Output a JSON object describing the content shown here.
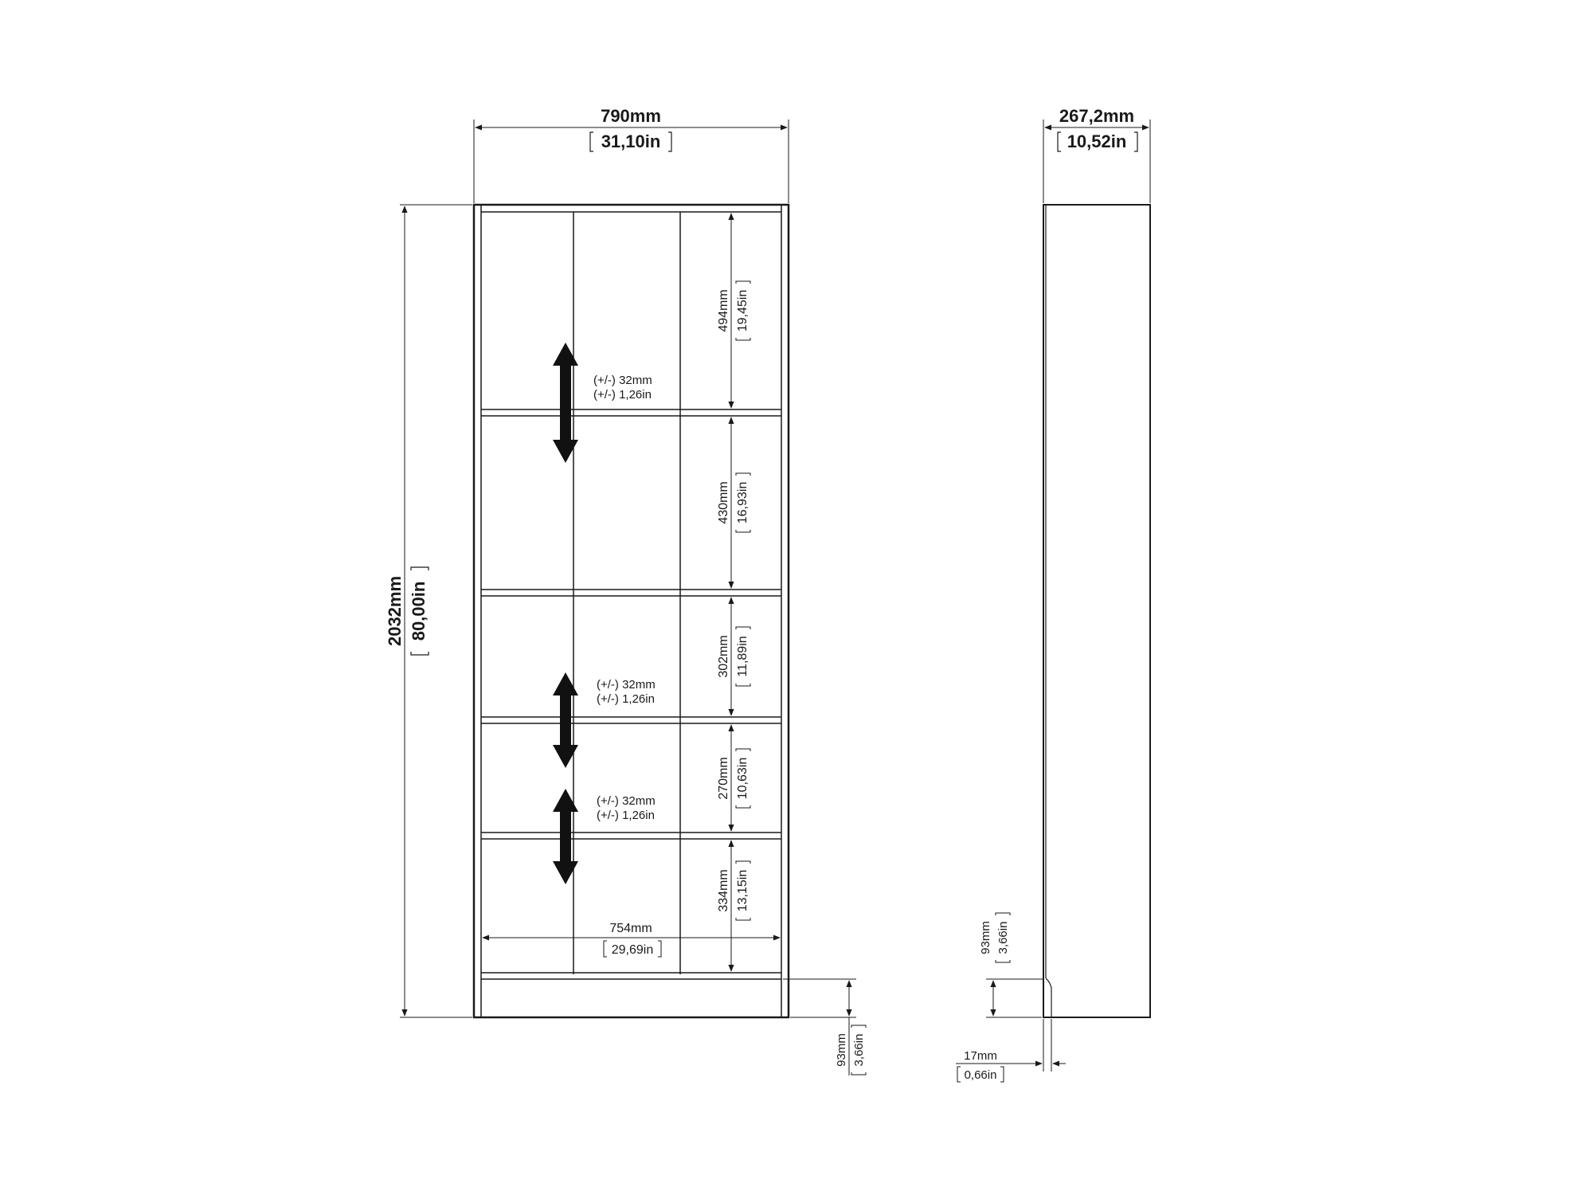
{
  "front_view": {
    "width_mm": "790mm",
    "width_in": "31,10in",
    "height_mm": "2032mm",
    "height_in": "80,00in",
    "inner_width_mm": "754mm",
    "inner_width_in": "29,69in",
    "plinth_mm": "93mm",
    "plinth_in": "3,66in",
    "compartments": [
      {
        "mm": "494mm",
        "in": "19,45in"
      },
      {
        "mm": "430mm",
        "in": "16,93in"
      },
      {
        "mm": "302mm",
        "in": "11,89in"
      },
      {
        "mm": "270mm",
        "in": "10,63in"
      },
      {
        "mm": "334mm",
        "in": "13,15in"
      }
    ],
    "adjust_notes": [
      {
        "mm": "(+/-) 32mm",
        "in": "(+/-) 1,26in"
      },
      {
        "mm": "(+/-) 32mm",
        "in": "(+/-) 1,26in"
      },
      {
        "mm": "(+/-) 32mm",
        "in": "(+/-) 1,26in"
      }
    ]
  },
  "side_view": {
    "depth_mm": "267,2mm",
    "depth_in": "10,52in",
    "plinth_mm": "93mm",
    "plinth_in": "3,66in",
    "setback_mm": "17mm",
    "setback_in": "0,66in"
  },
  "colors": {
    "line": "#1a1a1a",
    "background": "#ffffff"
  }
}
